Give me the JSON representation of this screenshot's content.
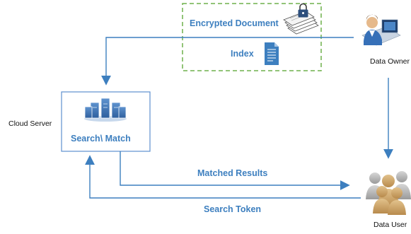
{
  "documents_box": {
    "encrypted_document": "Encrypted Document",
    "index": "Index"
  },
  "cloud_server": {
    "label": "Cloud Server",
    "title": "Search\\ Match"
  },
  "data_owner": {
    "label": "Data Owner"
  },
  "data_user": {
    "label": "Data User"
  },
  "arrows": {
    "matched_results": "Matched Results",
    "search_token": "Search Token"
  },
  "colors": {
    "accent_blue": "#3d7fbf",
    "border_green": "#6fb14b",
    "server_box_border": "#5d8fcf"
  }
}
